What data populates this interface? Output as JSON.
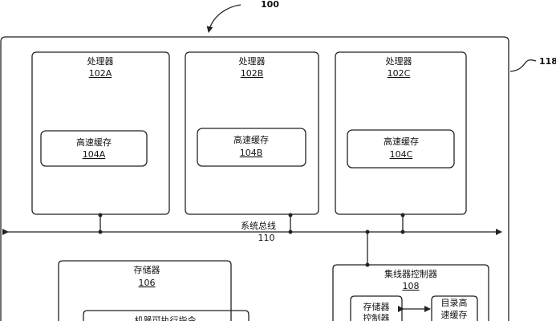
{
  "figure": {
    "ref": "100",
    "system_ref": "118",
    "processors": [
      {
        "label": "处理器",
        "number": "102A",
        "cache_label": "高速缓存",
        "cache_number": "104A"
      },
      {
        "label": "处理器",
        "number": "102B",
        "cache_label": "高速缓存",
        "cache_number": "104B"
      },
      {
        "label": "处理器",
        "number": "102C",
        "cache_label": "高速缓存",
        "cache_number": "104C"
      }
    ],
    "bus": {
      "label": "系统总线",
      "number": "110"
    },
    "memory": {
      "label": "存储器",
      "number": "106",
      "inner_label": "机器可执行指令"
    },
    "hub": {
      "label": "集线器控制器",
      "number": "108",
      "mem_ctrl": [
        "存储器",
        "控制器"
      ],
      "dir_cache": [
        "目录高",
        "速缓存"
      ]
    }
  }
}
